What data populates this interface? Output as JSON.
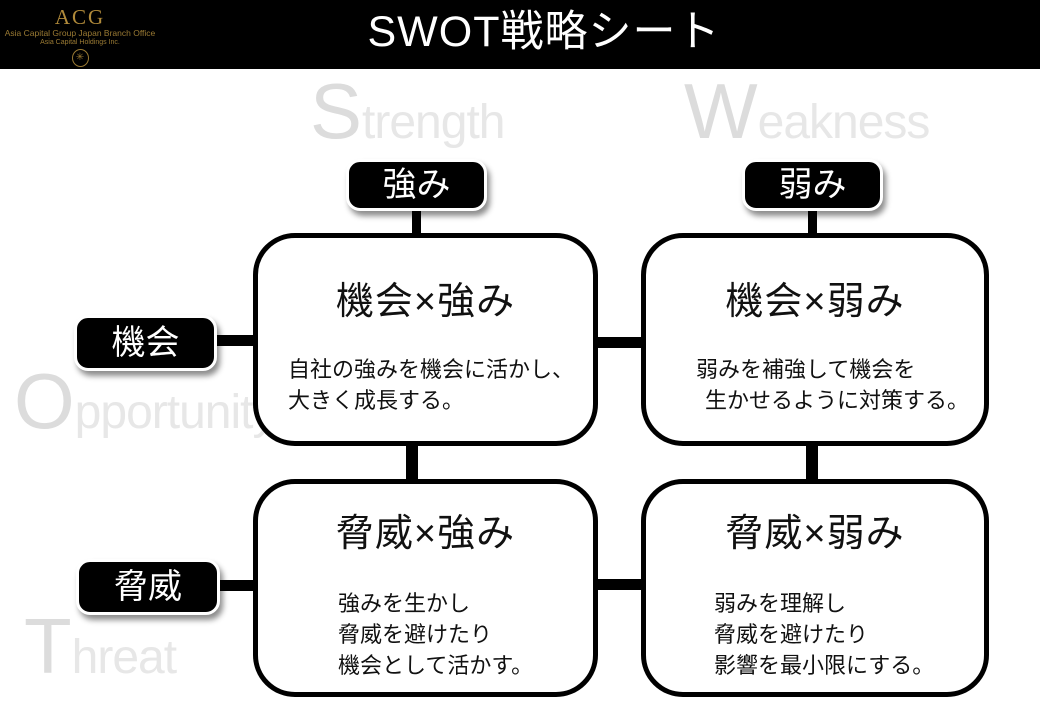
{
  "header": {
    "title": "SWOT戦略シート",
    "logo": {
      "acronym": "ACG",
      "line1": "Asia Capital Group Japan Branch Office",
      "line2": "Asia Capital Holdings Inc.",
      "emblem_glyph": "✳"
    }
  },
  "watermarks": {
    "strength": {
      "big": "S",
      "rest": "trength"
    },
    "weakness": {
      "big": "W",
      "rest": "eakness"
    },
    "opportunity": {
      "big": "O",
      "rest": "pportunity"
    },
    "threat": {
      "big": "T",
      "rest": "hreat"
    }
  },
  "labels": {
    "strength": "強み",
    "weakness": "弱み",
    "opportunity": "機会",
    "threat": "脅威"
  },
  "cells": [
    {
      "title": "機会×強み",
      "lines": [
        "自社の強みを機会に活かし、",
        "大きく成長する。"
      ]
    },
    {
      "title": "機会×弱み",
      "lines": [
        "弱みを補強して機会を",
        "生かせるように対策する。"
      ]
    },
    {
      "title": "脅威×強み",
      "lines": [
        "強みを生かし",
        "脅威を避けたり",
        "機会として活かす。"
      ]
    },
    {
      "title": "脅威×弱み",
      "lines": [
        "弱みを理解し",
        "脅威を避けたり",
        "影響を最小限にする。"
      ]
    }
  ],
  "colors": {
    "banner_bg": "#000000",
    "title_text": "#ffffff",
    "logo_gold": "#9a7a33",
    "watermark_big": "#dcdcdc",
    "watermark_small": "#e7e7e7",
    "pill_bg": "#000000",
    "pill_text": "#ffffff",
    "cell_border": "#000000",
    "cell_bg": "#ffffff",
    "cell_text": "#111111"
  }
}
